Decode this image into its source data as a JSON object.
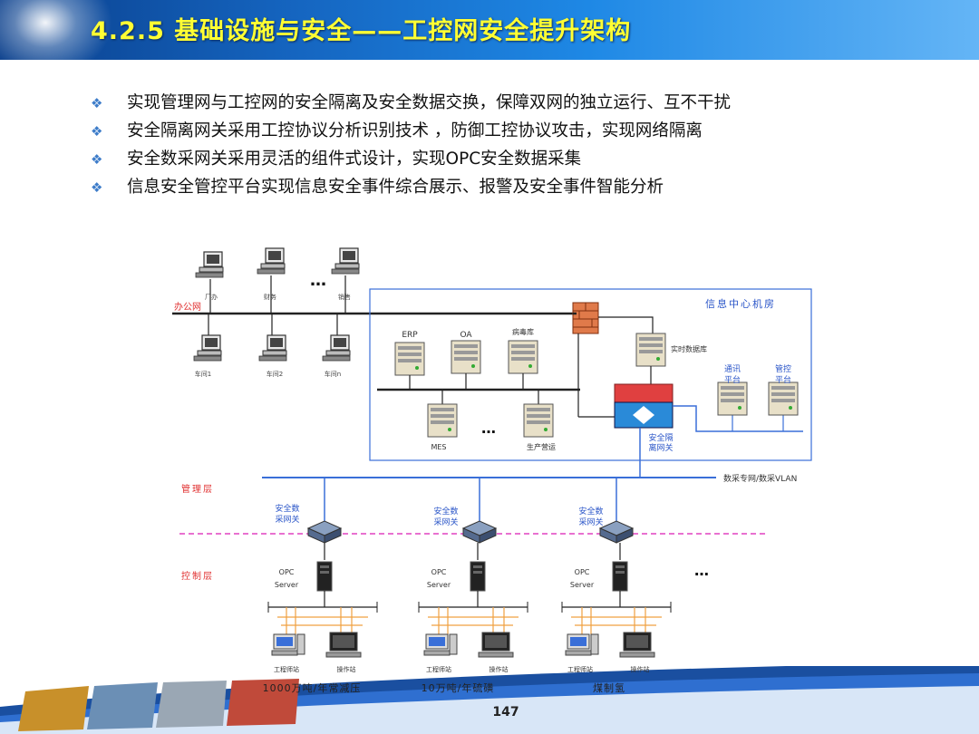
{
  "header": {
    "title": "4.2.5 基础设施与安全——工控网安全提升架构"
  },
  "bullets": [
    "实现管理网与工控网的安全隔离及安全数据交换，保障双网的独立运行、互不干扰",
    "安全隔离网关采用工控协议分析识别技术 ，防御工控协议攻击，实现网络隔离",
    "安全数采网关采用灵活的组件式设计，实现OPC安全数据采集",
    "信息安全管控平台实现信息安全事件综合展示、报警及安全事件智能分析"
  ],
  "diagram": {
    "office_net": "办公网",
    "office_pcs": [
      "厂办",
      "财务",
      "销售"
    ],
    "workshop_pcs": [
      "车间1",
      "车间2",
      "车间n"
    ],
    "ellipsis": "…",
    "datacenter": "信息中心机房",
    "servers": {
      "erp": "ERP",
      "oa": "OA",
      "virus": "病毒库",
      "rtdb": "实时数据库",
      "mes": "MES",
      "production": "生产营运",
      "comm": "通讯\n平台",
      "mgmt": "管控\n平台"
    },
    "isolation_gateway": "安全隔\n离网关",
    "mgmt_layer": "管理层",
    "control_layer": "控制层",
    "vlan": "数采专网/数采VLAN",
    "collector_gw": "安全数\n采网关",
    "opc": "OPC\nServer",
    "engineer_station": "工程师站",
    "operator_station": "操作站",
    "plants": [
      "1000万吨/年常减压",
      "10万吨/年硫磺",
      "煤制氢"
    ]
  },
  "footer": {
    "page": "147"
  },
  "colors": {
    "title": "#ffff33",
    "header_blue": "#1565c0",
    "network_blue": "#3a6fd8",
    "label_red": "#e03030",
    "dash_magenta": "#e040c0",
    "bus_orange": "#f0a040"
  }
}
